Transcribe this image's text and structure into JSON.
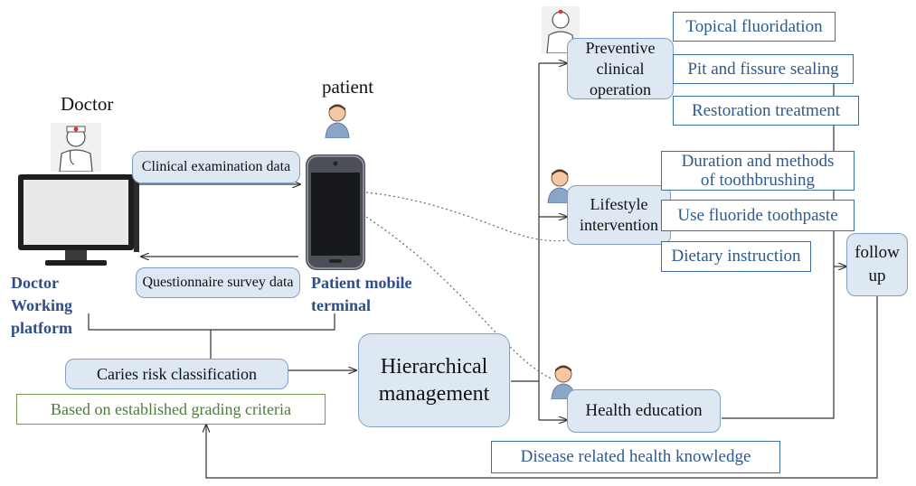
{
  "doctor_label": "Doctor",
  "patient_label": "patient",
  "arrows": {
    "clinical": "Clinical examination data",
    "questionnaire": "Questionnaire survey data"
  },
  "platform": [
    "Doctor",
    "Working",
    "platform"
  ],
  "mobile": [
    "Patient mobile",
    "terminal"
  ],
  "caries": "Caries risk classification",
  "criteria": "Based on established grading criteria",
  "hierarchical": [
    "Hierarchical",
    "management"
  ],
  "preventive": [
    "Preventive",
    "clinical",
    "operation"
  ],
  "preventive_items": [
    "Topical fluoridation",
    "Pit and fissure sealing",
    "Restoration treatment"
  ],
  "lifestyle": [
    "Lifestyle",
    "intervention"
  ],
  "lifestyle_items": {
    "brushing": [
      "Duration and methods",
      "of toothbrushing"
    ],
    "fluoride": "Use fluoride toothpaste",
    "dietary": "Dietary instruction"
  },
  "health_education": "Health education",
  "knowledge": "Disease related health knowledge",
  "followup": [
    "follow",
    "up"
  ],
  "colors": {
    "box_fill": "#dde8f3",
    "box_border": "#7f9fc4",
    "outline_blue": "#3d6ea3",
    "text_blue": "#2d5a8c",
    "green": "#4e7a3a",
    "bold_blue": "#2d4e8a"
  }
}
